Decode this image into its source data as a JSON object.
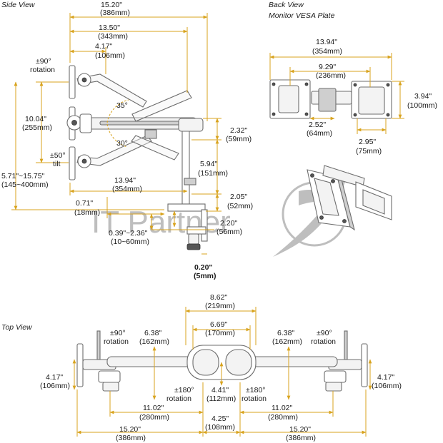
{
  "titles": {
    "side": "Side View",
    "back": "Back View",
    "back_sub": "Monitor VESA Plate",
    "top": "Top View"
  },
  "watermark": "IT Partner",
  "side": {
    "d_1520": "15.20\"",
    "d_1520_mm": "(386mm)",
    "d_1350": "13.50\"",
    "d_1350_mm": "(343mm)",
    "d_417": "4.17\"",
    "d_417_mm": "(106mm)",
    "rot": "±90°",
    "rot_label": "rotation",
    "d_1004": "10.04\"",
    "d_1004_mm": "(255mm)",
    "ang_35": "35°",
    "ang_30": "30°",
    "tilt": "±50°",
    "tilt_label": "tilt",
    "d_571": "5.71\"~15.75\"",
    "d_571_mm": "(145~400mm)",
    "d_232": "2.32\"",
    "d_232_mm": "(59mm)",
    "d_594": "5.94\"",
    "d_594_mm": "(151mm)",
    "d_1394": "13.94\"",
    "d_1394_mm": "(354mm)",
    "d_205": "2.05\"",
    "d_205_mm": "(52mm)",
    "d_071": "0.71\"",
    "d_071_mm": "(18mm)",
    "d_220": "2.20\"",
    "d_220_mm": "(56mm)",
    "d_039": "0.39\"~2.36\"",
    "d_039_mm": "(10~60mm)",
    "d_020": "0.20\"",
    "d_020_mm": "(5mm)"
  },
  "back": {
    "d_1394": "13.94\"",
    "d_1394_mm": "(354mm)",
    "d_929": "9.29\"",
    "d_929_mm": "(236mm)",
    "d_394": "3.94\"",
    "d_394_mm": "(100mm)",
    "d_252": "2.52\"",
    "d_252_mm": "(64mm)",
    "d_295": "2.95\"",
    "d_295_mm": "(75mm)"
  },
  "top": {
    "d_862": "8.62\"",
    "d_862_mm": "(219mm)",
    "d_669": "6.69\"",
    "d_669_mm": "(170mm)",
    "rot_l": "±90°",
    "rot_l_label": "rotation",
    "rot_r": "±90°",
    "rot_r_label": "rotation",
    "d_638_l": "6.38\"",
    "d_638_l_mm": "(162mm)",
    "d_638_r": "6.38\"",
    "d_638_r_mm": "(162mm)",
    "d_417_l": "4.17\"",
    "d_417_l_mm": "(106mm)",
    "d_417_r": "4.17\"",
    "d_417_r_mm": "(106mm)",
    "rot180_l": "±180°",
    "rot180_l_label": "rotation",
    "rot180_r": "±180°",
    "rot180_r_label": "rotation",
    "d_441": "4.41\"",
    "d_441_mm": "(112mm)",
    "d_1102_l": "11.02\"",
    "d_1102_l_mm": "(280mm)",
    "d_1102_r": "11.02\"",
    "d_1102_r_mm": "(280mm)",
    "d_425": "4.25\"",
    "d_425_mm": "(108mm)",
    "d_1520_l": "15.20\"",
    "d_1520_l_mm": "(386mm)",
    "d_1520_r": "15.20\"",
    "d_1520_r_mm": "(386mm)"
  }
}
